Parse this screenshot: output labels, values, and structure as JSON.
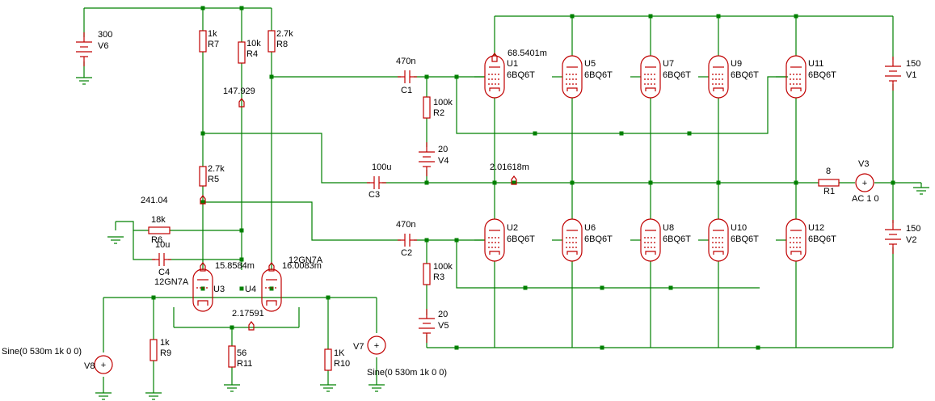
{
  "schematic": {
    "probes": {
      "upper_plate": "147.929",
      "cathode_node": "241.04",
      "u1_grid": "68.5401m",
      "u3_grid": "15.8584m",
      "u4_grid": "16.0083m",
      "tail": "2.17591",
      "output_node": "2.01618m"
    },
    "resistors": {
      "R7": {
        "name": "R7",
        "value": "1k"
      },
      "R4": {
        "name": "R4",
        "value": "10k"
      },
      "R8": {
        "name": "R8",
        "value": "2.7k"
      },
      "R5": {
        "name": "R5",
        "value": "2.7k"
      },
      "R6": {
        "name": "R6",
        "value": "18k"
      },
      "R2": {
        "name": "R2",
        "value": "100k"
      },
      "R3": {
        "name": "R3",
        "value": "100k"
      },
      "R1": {
        "name": "R1",
        "value": "8"
      },
      "R9": {
        "name": "R9",
        "value": "1k"
      },
      "R11": {
        "name": "R11",
        "value": "56"
      },
      "R10": {
        "name": "R10",
        "value": "1K"
      }
    },
    "capacitors": {
      "C1": {
        "name": "C1",
        "value": "470n"
      },
      "C2": {
        "name": "C2",
        "value": "470n"
      },
      "C3": {
        "name": "C3",
        "value": "100u"
      },
      "C4": {
        "name": "C4",
        "value": "10u"
      }
    },
    "sources": {
      "V6": {
        "name": "V6",
        "value": "300"
      },
      "V4": {
        "name": "V4",
        "value": "20"
      },
      "V5": {
        "name": "V5",
        "value": "20"
      },
      "V1": {
        "name": "V1",
        "value": "150"
      },
      "V2": {
        "name": "V2",
        "value": "150"
      },
      "V3": {
        "name": "V3",
        "value": "AC 1 0"
      },
      "V8": {
        "name": "V8",
        "value": "Sine(0 530m 1k 0 0)"
      },
      "V7": {
        "name": "V7",
        "value": "Sine(0 530m 1k 0 0)"
      }
    },
    "tubes": {
      "U1": {
        "name": "U1",
        "model": "6BQ6T"
      },
      "U5": {
        "name": "U5",
        "model": "6BQ6T"
      },
      "U7": {
        "name": "U7",
        "model": "6BQ6T"
      },
      "U9": {
        "name": "U9",
        "model": "6BQ6T"
      },
      "U11": {
        "name": "U11",
        "model": "6BQ6T"
      },
      "U2": {
        "name": "U2",
        "model": "6BQ6T"
      },
      "U6": {
        "name": "U6",
        "model": "6BQ6T"
      },
      "U8": {
        "name": "U8",
        "model": "6BQ6T"
      },
      "U10": {
        "name": "U10",
        "model": "6BQ6T"
      },
      "U12": {
        "name": "U12",
        "model": "6BQ6T"
      },
      "U3": {
        "name": "U3",
        "model": "12GN7A"
      },
      "U4": {
        "name": "U4",
        "model": "12GN7A"
      }
    }
  }
}
